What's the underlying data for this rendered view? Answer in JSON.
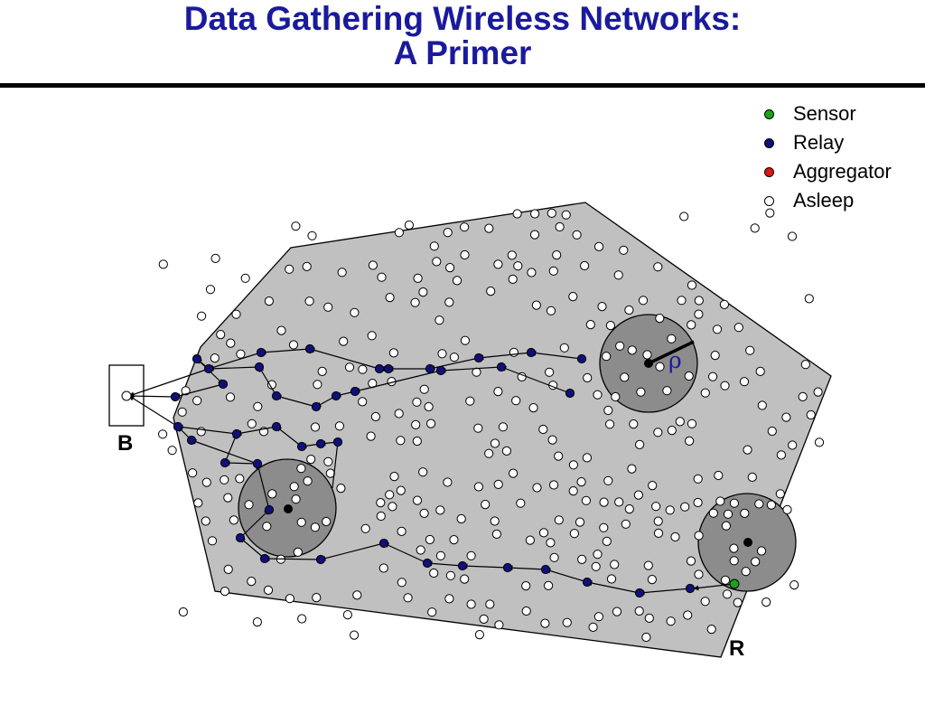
{
  "header": {
    "title_line1": "Data Gathering Wireless Networks:",
    "title_line2": "A Primer"
  },
  "legend": [
    {
      "label": "Sensor",
      "color": "#1aa31a"
    },
    {
      "label": "Relay",
      "color": "#10107a"
    },
    {
      "label": "Aggregator",
      "color": "#e01414"
    },
    {
      "label": "Asleep",
      "color": "#ffffff"
    }
  ],
  "labels": {
    "base_station": "B",
    "sink": "R",
    "radius": "ρ"
  },
  "colors": {
    "title": "#1a1a9c",
    "field": "#c0c0c0",
    "sensing_disk": "#8c8c8c",
    "relay": "#10107a",
    "sensor": "#1aa31a"
  }
}
